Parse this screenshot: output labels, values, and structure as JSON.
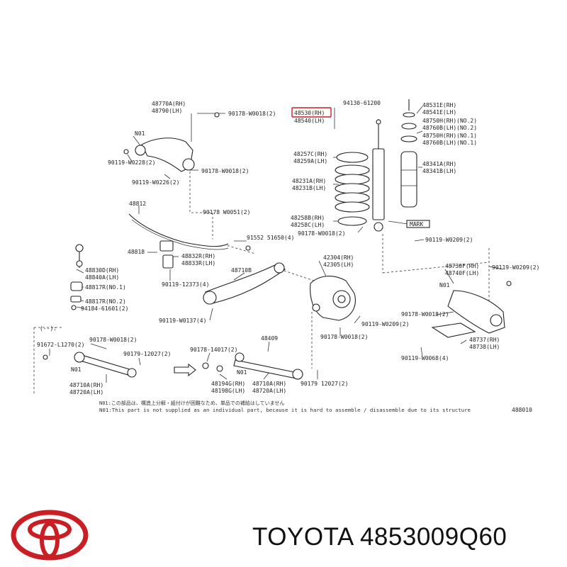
{
  "brand": {
    "caption": "TOYOTA 4853009Q60",
    "logo_text": "TOYOTA",
    "logo_color": "#c81e24"
  },
  "diagram": {
    "highlight_color": "#c81e24",
    "labels": {
      "l48770a": "48770A(RH)",
      "l48790": "48790(LH)",
      "l90178_ws1": "90178-W0018(2)",
      "lnoi_a": "N01",
      "l90119_w22": "90119-W0228(2)",
      "l90178_ws2": "90178-W0018(2)",
      "l90119_w22b": "90119-W0226(2)",
      "l48812": "48812",
      "l90178_w0051": "90178 W0051(2)",
      "l91552": "91552 51650(4)",
      "l48818": "48818",
      "l48832r": "48832R(RH)",
      "l48833r": "48833R(LH)",
      "l48830d": "48830D(RH)",
      "l48840a": "48840A(LH)",
      "l48817r_a": "48817R(NO.1)",
      "l48817r_b": "48817R(NO.2)",
      "l94184": "94184-61601(2)",
      "l90119_12373": "90119-12373(4)",
      "l48710b": "48710B",
      "l90119_w0137": "90119-W0137(4)",
      "l48530": "48530(RH)",
      "l48540": "48540(LH)",
      "l94130": "94130-61200",
      "l48257c": "48257C(RH)",
      "l48259a": "48259A(LH)",
      "l48231a": "48231A(RH)",
      "l48231b": "48231B(LH)",
      "l48258b": "48258B(RH)",
      "l48258c": "48258C(LH)",
      "l90178_w0018c": "90178-W0018(2)",
      "l48531e": "48531E(RH)",
      "l48541e": "48541E(LH)",
      "l48750h": "48750H(RH)(NO.2)",
      "l48760b_a": "48760B(LH)(NO.2)",
      "l48750h2": "48750H(RH)(NO.1)",
      "l48760b_b": "48760B(LH)(NO.1)",
      "l48341a": "48341A(RH)",
      "l48341b": "48341B(LH)",
      "l_mark": "MARK",
      "l90119_w0209a": "90119-W0209(2)",
      "l42304": "42304(RH)",
      "l42305": "42305(LH)",
      "l48730f": "48730F(RH)",
      "l48740f": "48740F(LH)",
      "l90119_w0209b": "90119-W0209(2)",
      "lnoi_b": "N01",
      "l90178_w0018d": "90178-W0018(2)",
      "l90119_w0209c": "90119-W0209(2)",
      "l90178_w0018e": "90178-W0018(2)",
      "l48737": "48737(RH)",
      "l48738": "48738(LH)",
      "l90119_w0068": "90119-W0068(4)",
      "l48409": "48409",
      "l91672": "91672-L1270(2)",
      "l90178_w0018f": "90178-W0018(2)",
      "l90179_12027a": "90179-12027(2)",
      "lnoi_c": "N01",
      "l48710a_a": "48710A(RH)",
      "l48720a_a": "48720A(LH)",
      "l90178_14017": "90178-14017(2)",
      "lnoi_d": "N01",
      "l48194g": "48194G(RH)",
      "l48198g": "48198G(LH)",
      "l48710a_b": "48710A(RH)",
      "l48720a_b": "48720A(LH)",
      "l90179_12027b": "90179 12027(2)",
      "l_dashnote": "(--):",
      "note_jp": "N01:この部品は、構造上分解・組付けが困難なため、単品での補給はしていません",
      "note_en": "N01:This part is not supplied as an individual part, because it is hard to assemble / disassemble due to its structure",
      "fig_code": "488010"
    }
  }
}
